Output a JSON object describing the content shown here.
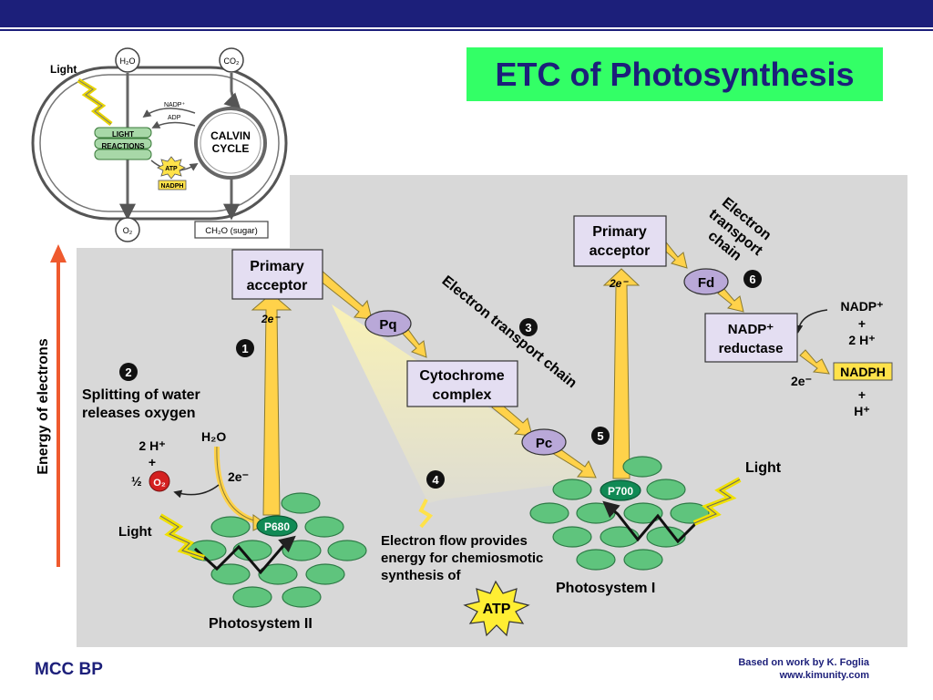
{
  "title": "ETC of Photosynthesis",
  "footer": {
    "left": "MCC BP",
    "credit_line1": "Based on work by K. Foglia",
    "credit_line2": "www.kimunity.com"
  },
  "chloroplast_inset": {
    "light": "Light",
    "h2o": "H₂O",
    "co2": "CO₂",
    "nadp_plus": "NADP⁺",
    "adp": "ADP",
    "light_reactions_1": "LIGHT",
    "light_reactions_2": "REACTIONS",
    "calvin_1": "CALVIN",
    "calvin_2": "CYCLE",
    "atp": "ATP",
    "nadph": "NADPH",
    "o2": "O₂",
    "sugar": "CH₂O (sugar)"
  },
  "diagram": {
    "energy_axis": "Energy of electrons",
    "primary_acceptor_1_line1": "Primary",
    "primary_acceptor_1_line2": "acceptor",
    "primary_acceptor_2_line1": "Primary",
    "primary_acceptor_2_line2": "acceptor",
    "electrons_2e_1": "2e⁻",
    "electrons_2e_2": "2e⁻",
    "electrons_2e_3": "2e⁻",
    "electrons_2e_4": "2e⁻",
    "pq": "Pq",
    "cytochrome_line1": "Cytochrome",
    "cytochrome_line2": "complex",
    "pc": "Pc",
    "fd": "Fd",
    "nadp_reductase_line1": "NADP⁺",
    "nadp_reductase_line2": "reductase",
    "nadp_plus_in": "NADP⁺",
    "plus_1": "+",
    "two_h_plus": "2 H⁺",
    "nadph_out": "NADPH",
    "plus_2": "+",
    "h_plus": "H⁺",
    "etc_label_1": "Electron transport chain",
    "etc_label_2_line1": "Electron",
    "etc_label_2_line2": "transport",
    "etc_label_2_line3": "chain",
    "step_1": "1",
    "step_2": "2",
    "step_3": "3",
    "step_4": "4",
    "step_5": "5",
    "step_6": "6",
    "splitting_line1": "Splitting of water",
    "splitting_line2": "releases oxygen",
    "water": "H₂O",
    "two_h_plus_water": "2 H⁺",
    "plus_water": "+",
    "half": "½",
    "o2_label": "O₂",
    "light_ps2": "Light",
    "light_ps1": "Light",
    "p680": "P680",
    "p700": "P700",
    "photosystem_2": "Photosystem II",
    "photosystem_1": "Photosystem I",
    "electron_flow_line1": "Electron flow provides",
    "electron_flow_line2": "energy for chemiosmotic",
    "electron_flow_line3": "synthesis of",
    "atp": "ATP"
  },
  "colors": {
    "header": "#1c1f7a",
    "title_bg": "#33ff66",
    "panel": "#d8d8d8",
    "arrow_yellow": "#ffd24a",
    "acceptor_box": "#e4def2",
    "carrier": "#b9a8d8",
    "chlorophyll": "#5fc47d",
    "reaction_center": "#118a55",
    "energy_arrow": "#ef5a2e",
    "nadph_box": "#ffe24a"
  }
}
